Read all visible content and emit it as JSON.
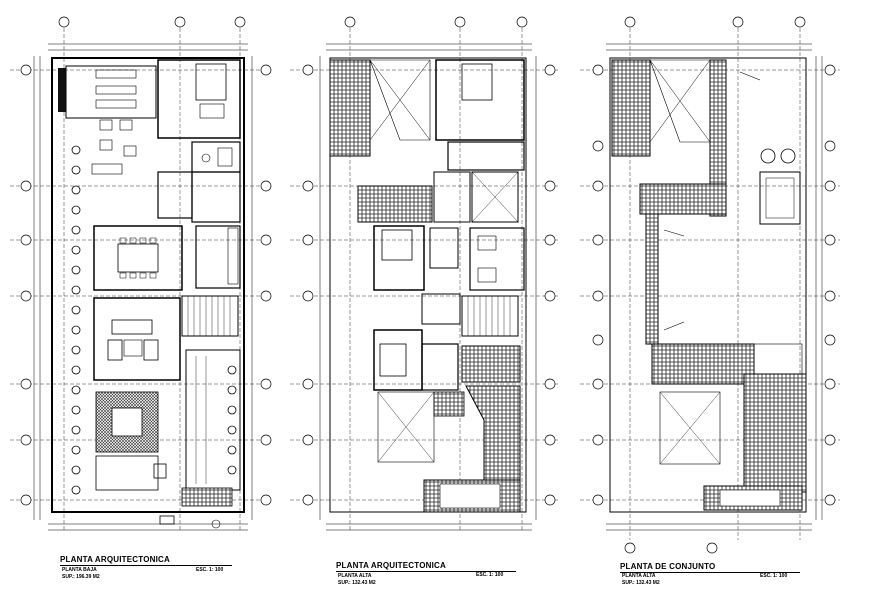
{
  "plans": [
    {
      "title": "PLANTA ARQUITECTONICA",
      "level": "PLANTA BAJA",
      "area": "SUP.: 196.39 M2",
      "scale": "ESC. 1: 100"
    },
    {
      "title": "PLANTA ARQUITECTONICA",
      "level": "PLANTA ALTA",
      "area": "SUP.: 132.43 M2",
      "scale": "ESC. 1: 100"
    },
    {
      "title": "PLANTA DE CONJUNTO",
      "level": "PLANTA ALTA",
      "area": "SUP.: 132.43 M2",
      "scale": "ESC. 1: 100"
    }
  ],
  "colors": {
    "ink": "#000000",
    "paper": "#ffffff",
    "hatch": "#222222"
  }
}
